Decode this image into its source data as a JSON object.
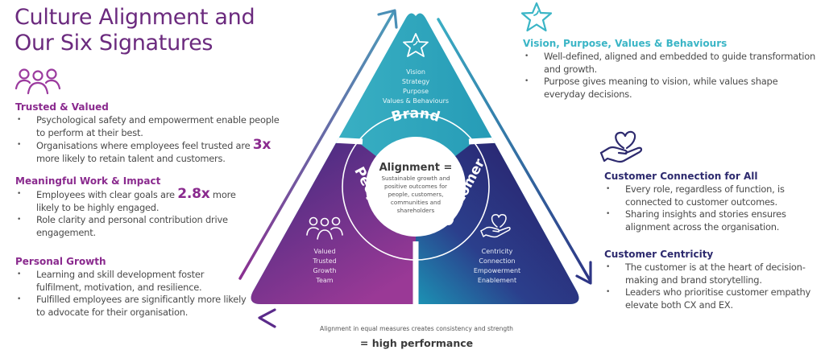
{
  "title": {
    "line1": "Culture Alignment and",
    "line2": "Our Six Signatures"
  },
  "colors": {
    "purple": "#8a2a8e",
    "teal": "#3ab5c6",
    "navy": "#2d2a6e",
    "title": "#6b2a7e"
  },
  "left": {
    "icon": "people-group-icon",
    "sections": [
      {
        "heading": "Trusted & Valued",
        "bullets": [
          {
            "text": "Psychological safety and empowerment enable people to perform at their best."
          },
          {
            "text": "Organisations where employees feel trusted are ",
            "highlight": "3x",
            "after": " more likely to retain talent and customers."
          }
        ]
      },
      {
        "heading": "Meaningful Work & Impact",
        "bullets": [
          {
            "text": "Employees with clear goals are ",
            "highlight": "2.8x",
            "after": " more likely to be highly engaged."
          },
          {
            "text": "Role clarity and personal contribution drive engagement."
          }
        ]
      },
      {
        "heading": "Personal Growth",
        "bullets": [
          {
            "text": "Learning and skill development foster fulfilment, motivation, and resilience."
          },
          {
            "text": "Fulfilled employees are significantly more likely to advocate for their organisation."
          }
        ]
      }
    ]
  },
  "right": {
    "top": {
      "icon": "star-icon",
      "heading": "Vision, Purpose, Values & Behaviours",
      "bullets": [
        "Well-defined, aligned and embedded to guide transformation and growth.",
        "Purpose gives meaning to vision, while values shape everyday decisions."
      ]
    },
    "bottom": {
      "icon": "heart-in-hand-icon",
      "sections": [
        {
          "heading": "Customer Connection for All",
          "bullets": [
            "Every role, regardless of function, is connected to customer outcomes.",
            "Sharing insights and stories ensures alignment across the organisation."
          ]
        },
        {
          "heading": "Customer Centricity",
          "bullets": [
            "The customer is at the heart of decision-making and brand storytelling.",
            "Leaders who prioritise customer empathy elevate both CX and EX."
          ]
        }
      ]
    }
  },
  "diagram": {
    "brand": {
      "label": "Brand",
      "lines": [
        "Vision",
        "Strategy",
        "Purpose",
        "Values & Behaviours"
      ]
    },
    "people": {
      "label": "People",
      "lines": [
        "Valued",
        "Trusted",
        "Growth",
        "Team"
      ]
    },
    "customer": {
      "label": "Customer",
      "lines": [
        "Centricity",
        "Connection",
        "Empowerment",
        "Enablement"
      ]
    },
    "center": {
      "heading": "Alignment =",
      "lines": [
        "Sustainable growth and",
        "positive outcomes for",
        "people, customers,",
        "communities and",
        "shareholders"
      ]
    },
    "bottom_caption": "Alignment in equal measures creates consistency and strength",
    "result": "= high performance"
  }
}
